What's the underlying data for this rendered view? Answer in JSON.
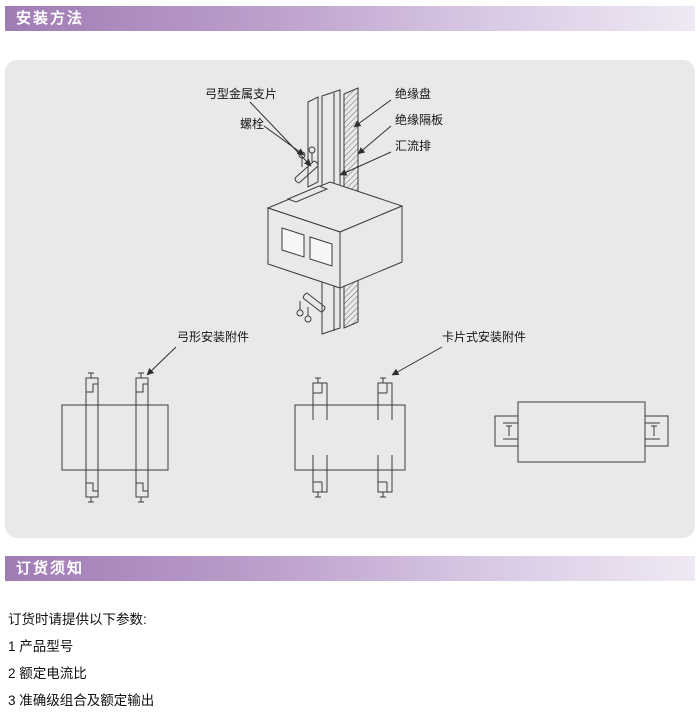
{
  "page": {
    "section1_title": "安装方法",
    "section2_title": "订货须知"
  },
  "diagram_labels": {
    "bow_metal_clip": "弓型金属支片",
    "bolt": "螺栓",
    "insulation_disc": "绝缘盘",
    "insulation_board": "绝缘隔板",
    "busbar": "汇流排",
    "bow_accessory": "弓形安装附件",
    "card_accessory": "卡片式安装附件"
  },
  "ordering": {
    "intro": "订货时请提供以下参数:",
    "items": [
      "1 产品型号",
      "2 额定电流比",
      "3 准确级组合及额定输出"
    ]
  },
  "colors": {
    "header_gradient_start": "#a07cb4",
    "header_gradient_end": "#efe9f4",
    "panel_bg": "#e9e9ec",
    "line": "#3c3c3c"
  }
}
